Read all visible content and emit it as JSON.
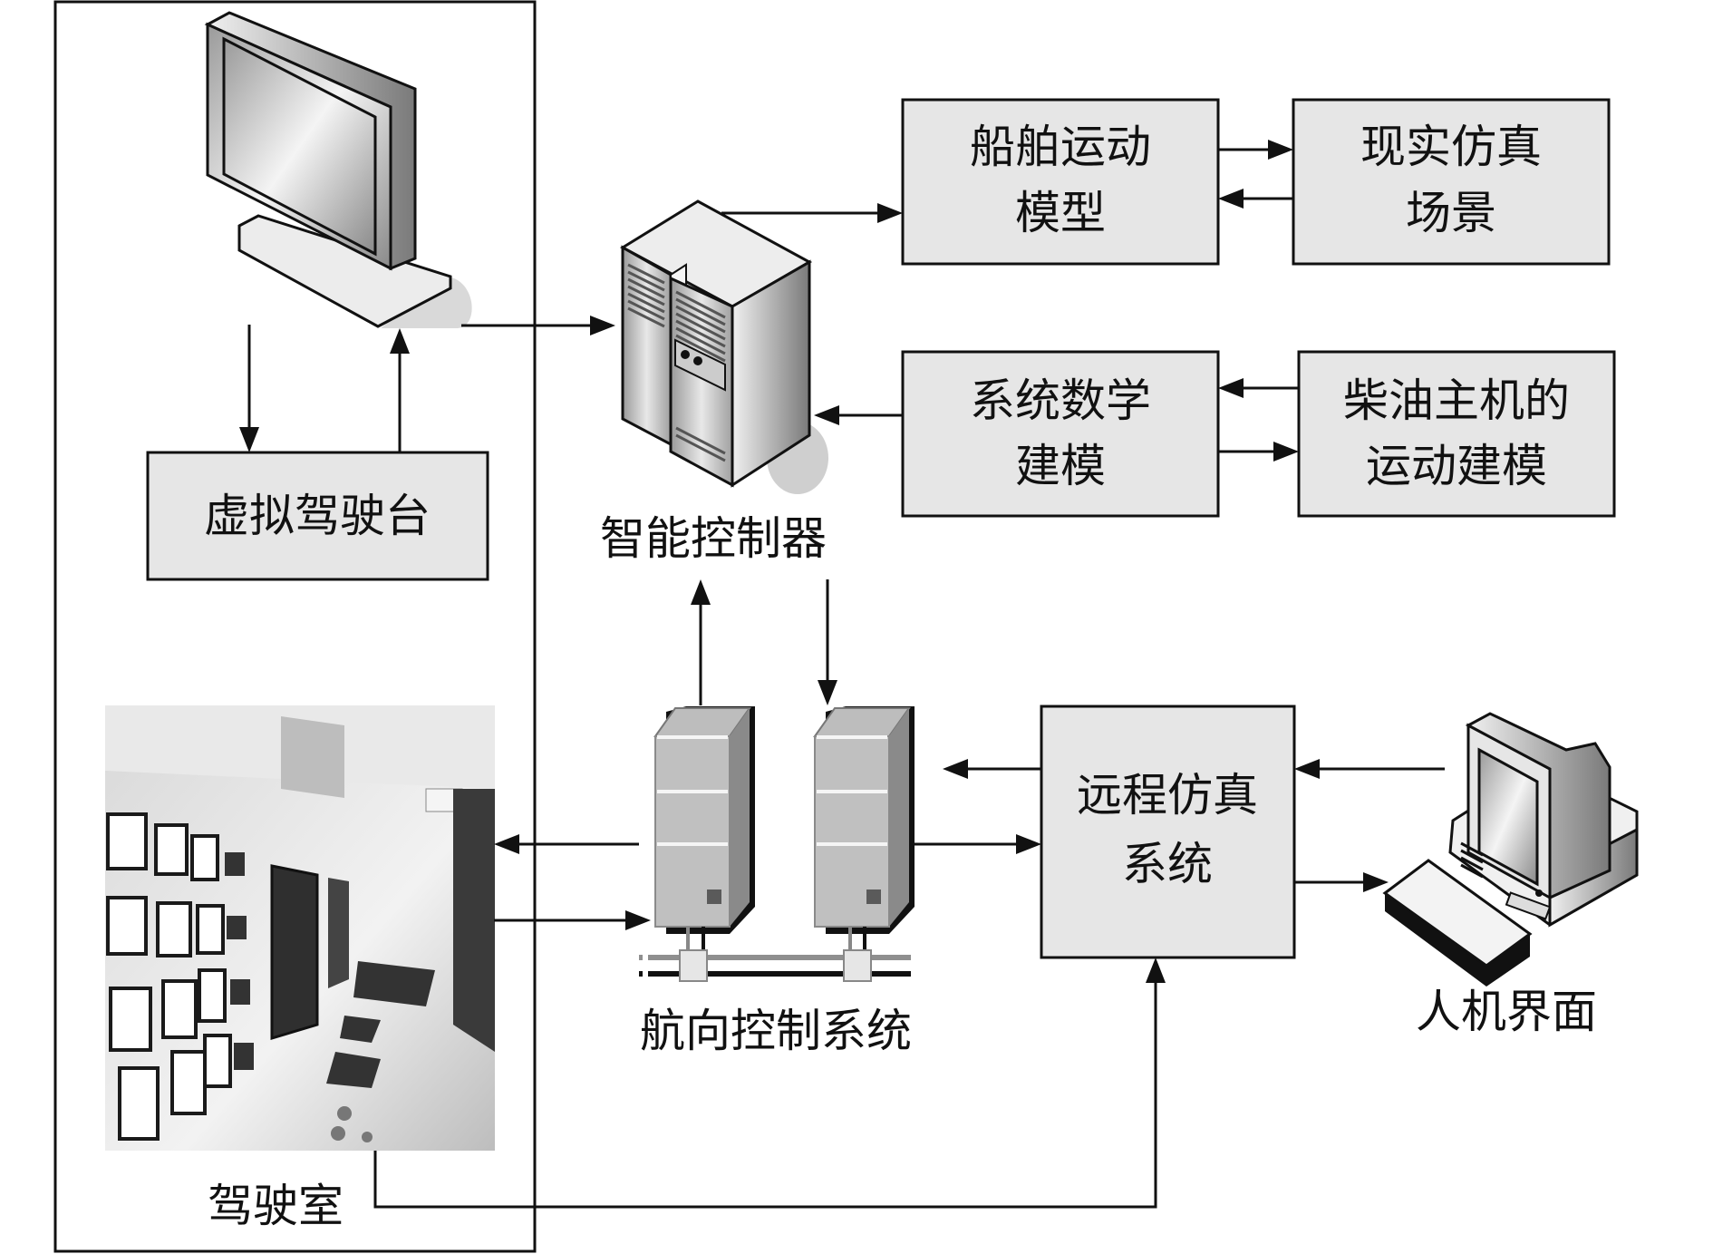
{
  "diagram": {
    "title": "",
    "colors": {
      "box_fill": "#e6e6e6",
      "stroke": "#111111",
      "background": "#ffffff"
    },
    "nodes": {
      "virtual_console": {
        "lines": [
          "虚拟驾驶台"
        ],
        "kind": "box"
      },
      "ship_motion_model": {
        "lines": [
          "船舶运动",
          "模型"
        ],
        "kind": "box"
      },
      "realistic_scene": {
        "lines": [
          "现实仿真",
          "场景"
        ],
        "kind": "box"
      },
      "system_math_model": {
        "lines": [
          "系统数学",
          "建模"
        ],
        "kind": "box"
      },
      "diesel_engine_model": {
        "lines": [
          "柴油主机的",
          "运动建模"
        ],
        "kind": "box"
      },
      "remote_sim_system": {
        "lines": [
          "远程仿真",
          "系统"
        ],
        "kind": "box"
      },
      "intelligent_controller": {
        "label": "智能控制器",
        "icon": "server-cabinet-icon"
      },
      "heading_control_system": {
        "label": "航向控制系统",
        "icon": "tower-servers-icon"
      },
      "hmi": {
        "label": "人机界面",
        "icon": "desktop-computer-icon"
      },
      "bridge_room": {
        "label": "驾驶室",
        "icon": "bridge-photo"
      },
      "monitor": {
        "icon": "monitor-icon"
      }
    },
    "edges": [
      {
        "from": "monitor",
        "to": "virtual_console"
      },
      {
        "from": "virtual_console",
        "to": "monitor"
      },
      {
        "from": "monitor",
        "to": "intelligent_controller"
      },
      {
        "from": "intelligent_controller",
        "to": "ship_motion_model"
      },
      {
        "from": "ship_motion_model",
        "to": "realistic_scene"
      },
      {
        "from": "realistic_scene",
        "to": "ship_motion_model"
      },
      {
        "from": "system_math_model",
        "to": "intelligent_controller"
      },
      {
        "from": "diesel_engine_model",
        "to": "system_math_model"
      },
      {
        "from": "system_math_model",
        "to": "diesel_engine_model"
      },
      {
        "from": "heading_control_system",
        "to": "intelligent_controller"
      },
      {
        "from": "intelligent_controller",
        "to": "heading_control_system"
      },
      {
        "from": "heading_control_system",
        "to": "bridge_room"
      },
      {
        "from": "bridge_room",
        "to": "heading_control_system"
      },
      {
        "from": "remote_sim_system",
        "to": "heading_control_system"
      },
      {
        "from": "heading_control_system",
        "to": "remote_sim_system"
      },
      {
        "from": "hmi",
        "to": "remote_sim_system"
      },
      {
        "from": "remote_sim_system",
        "to": "hmi"
      },
      {
        "from": "bridge_room",
        "to": "remote_sim_system"
      }
    ]
  }
}
